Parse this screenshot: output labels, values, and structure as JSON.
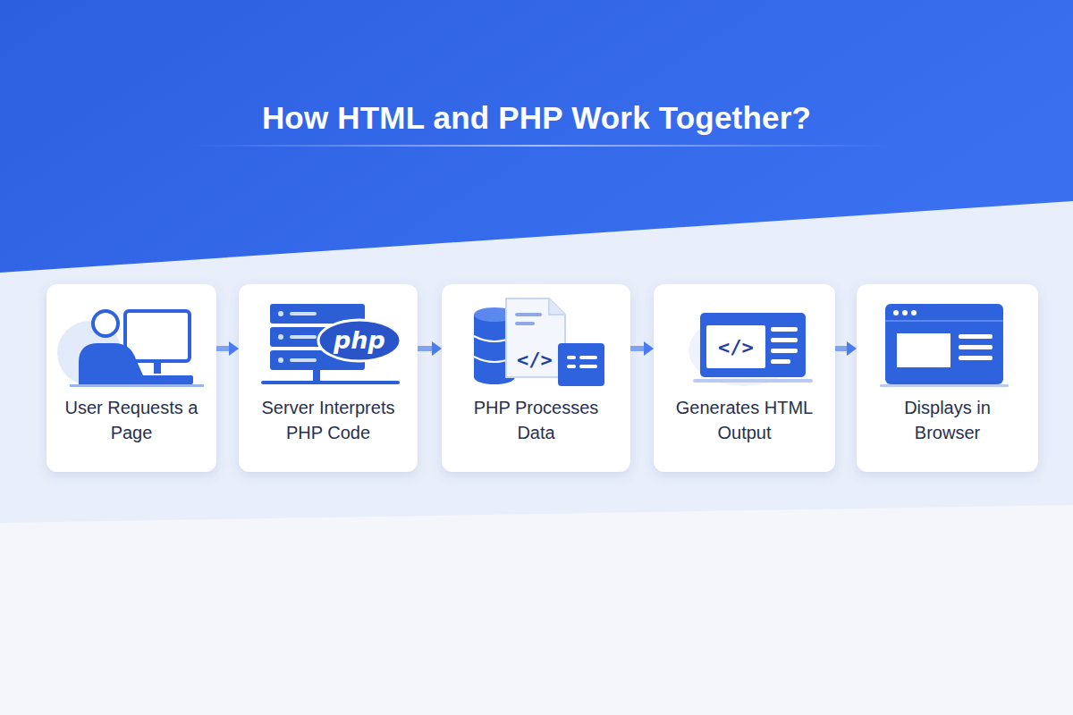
{
  "diagram": {
    "title": "How HTML and PHP Work Together?",
    "nodes": [
      {
        "text": [
          "User Requests a Page"
        ]
      },
      {
        "text": [
          "Server Interprets PHP Code"
        ]
      },
      {
        "text": [
          "PHP Processes Data"
        ]
      },
      {
        "text": [
          "Generates HTML Output"
        ]
      },
      {
        "text": [
          "Displays in Browser"
        ]
      }
    ],
    "edges": [
      {
        "from": 0,
        "to": 1,
        "arrow": "to"
      },
      {
        "from": 1,
        "to": 2,
        "arrow": "to"
      },
      {
        "from": 2,
        "to": 3,
        "arrow": "to"
      },
      {
        "from": 3,
        "to": 4,
        "arrow": "to"
      }
    ],
    "labels": [
      "php",
      "</>",
      "</>"
    ]
  }
}
